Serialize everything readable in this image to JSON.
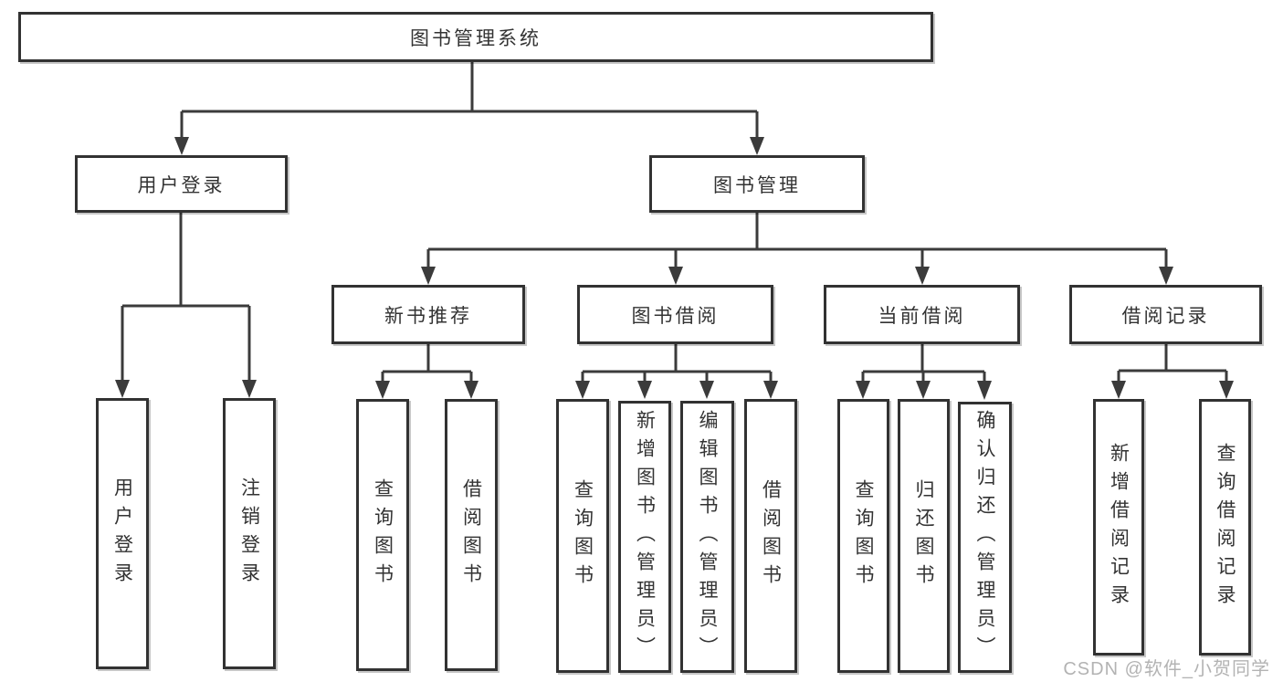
{
  "tree": {
    "root": "图书管理系统",
    "branches": [
      {
        "label": "用户登录",
        "leaves": [
          "用户登录",
          "注销登录"
        ]
      },
      {
        "label": "图书管理",
        "groups": [
          {
            "label": "新书推荐",
            "leaves": [
              "查询图书",
              "借阅图书"
            ]
          },
          {
            "label": "图书借阅",
            "leaves": [
              "查询图书",
              "新增图书（管理员）",
              "编辑图书（管理员）",
              "借阅图书"
            ]
          },
          {
            "label": "当前借阅",
            "leaves": [
              "查询图书",
              "归还图书",
              "确认归还（管理员）"
            ]
          },
          {
            "label": "借阅记录",
            "leaves": [
              "新增借阅记录",
              "查询借阅记录"
            ]
          }
        ]
      }
    ]
  },
  "watermark": {
    "text": "CSDN @软件_小贺同学"
  },
  "colors": {
    "line": "#3b3b3b",
    "box_border": "#323232",
    "text": "#333333",
    "watermark": "#b3b3b3",
    "background": "#ffffff"
  }
}
